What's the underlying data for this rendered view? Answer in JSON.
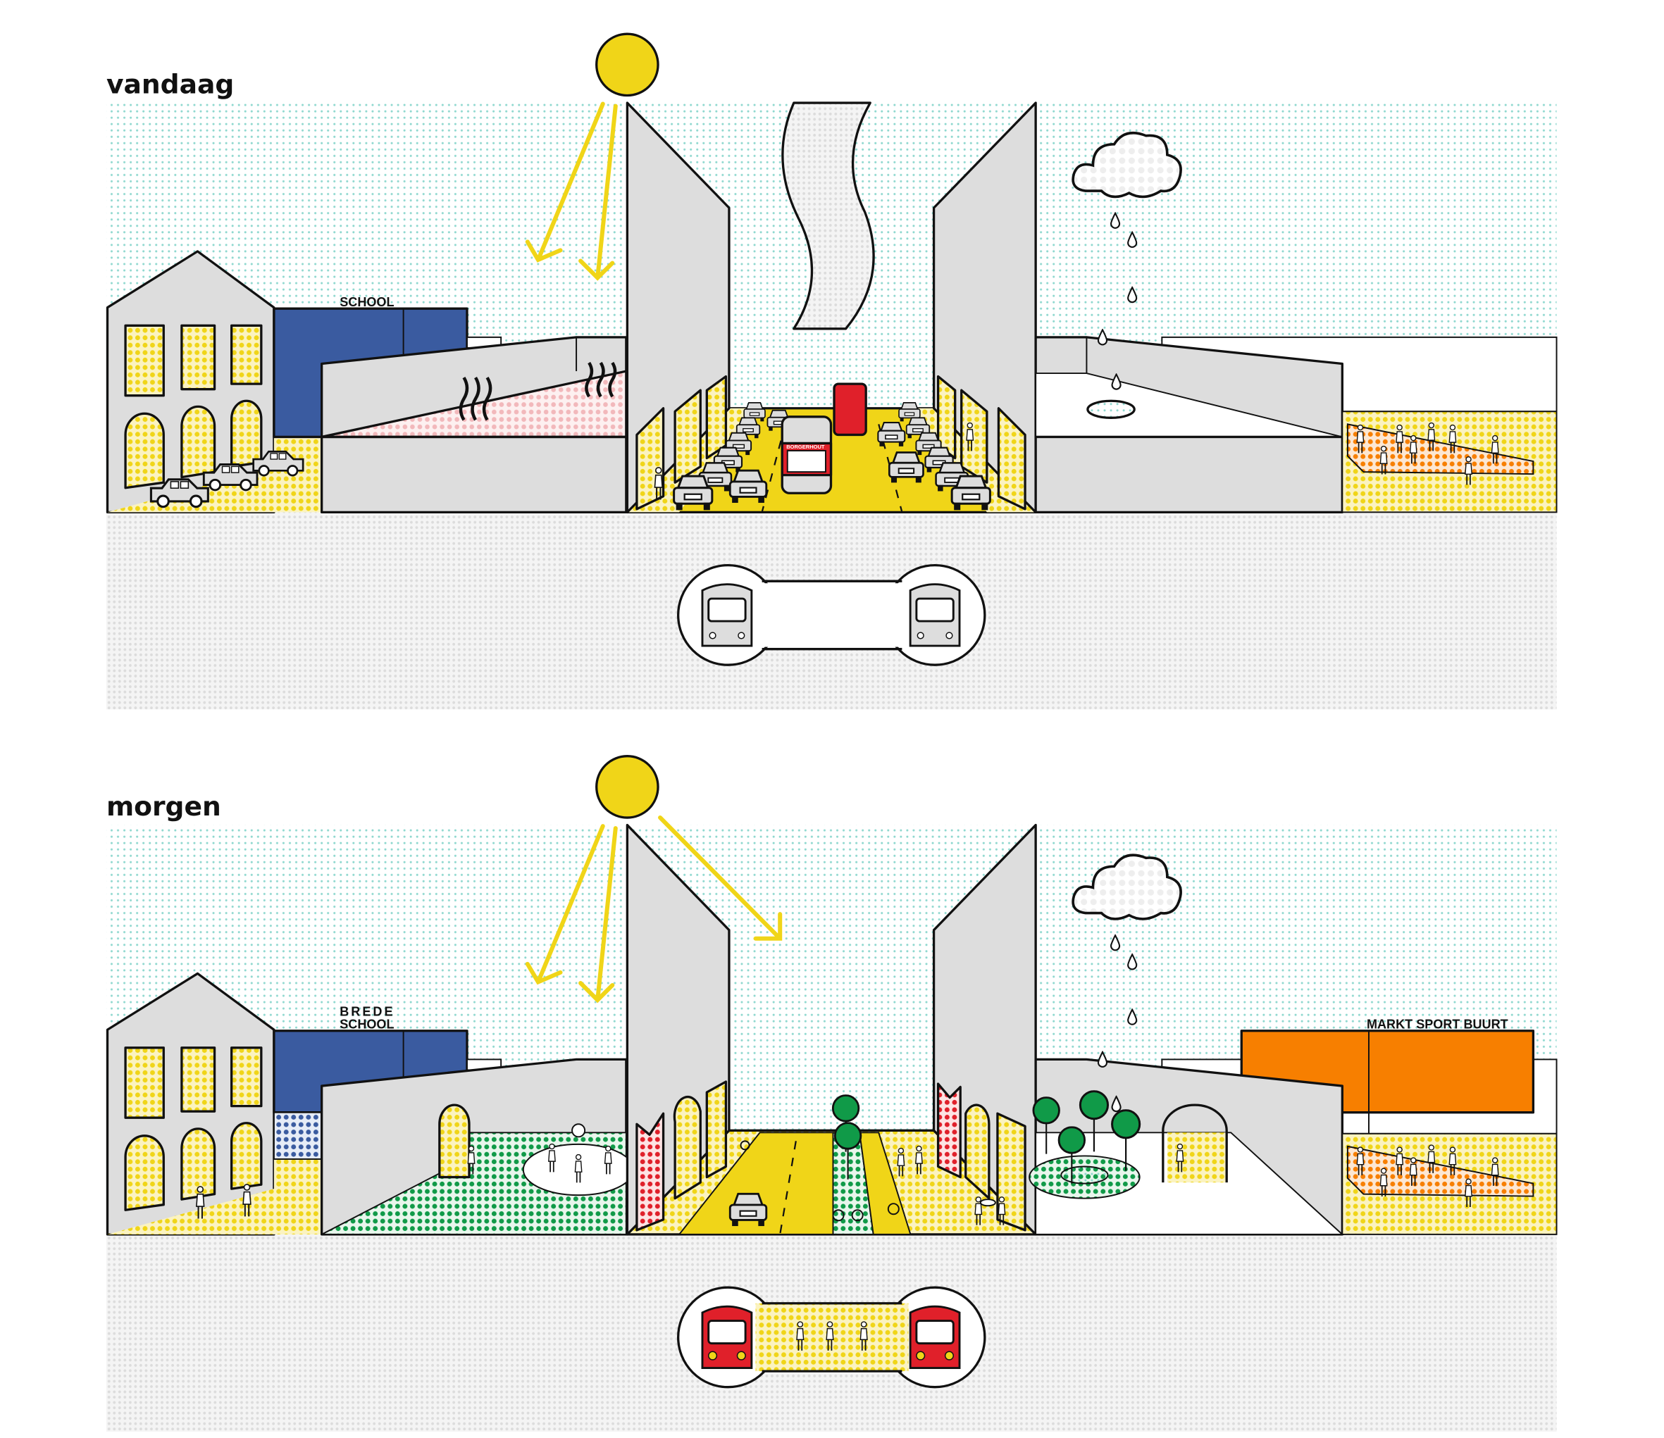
{
  "panels": [
    {
      "title": "vandaag",
      "school_label": "SCHOOL",
      "bus_label": "BORGERHOUT"
    },
    {
      "title": "morgen",
      "school_label_line1": "BREDE",
      "school_label_line2": "SCHOOL",
      "market_label": "MARKT SPORT BUURT"
    }
  ],
  "colors": {
    "sun": "#f0d518",
    "school": "#3a5ba0",
    "market": "#f77f00",
    "train": "#e0202a",
    "tree": "#109a48",
    "sky_dots": "#7fd3c8"
  }
}
